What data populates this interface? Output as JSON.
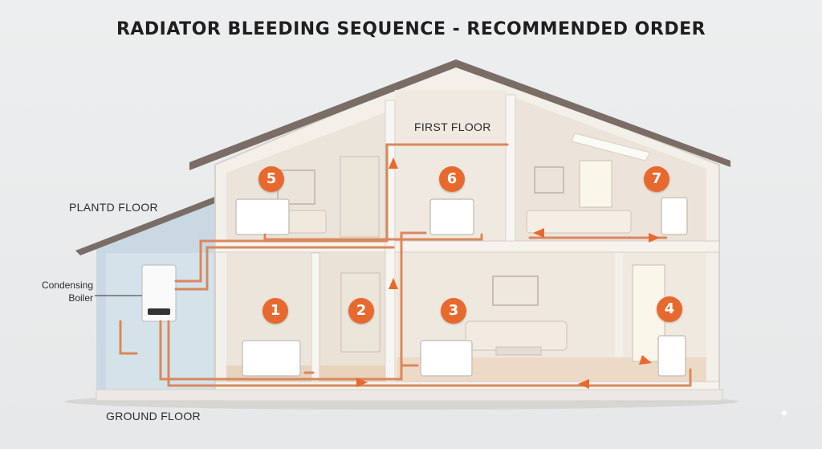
{
  "title": "RADIATOR BLEEDING SEQUENCE - RECOMMENDED ORDER",
  "floor_labels": {
    "first": "FIRST FLOOR",
    "plant": "PLANTD FLOOR",
    "ground": "GROUND FLOOR"
  },
  "boiler_label": "Condensing\nBoiler",
  "sequence": [
    {
      "number": "1"
    },
    {
      "number": "2"
    },
    {
      "number": "3"
    },
    {
      "number": "4"
    },
    {
      "number": "5"
    },
    {
      "number": "6"
    },
    {
      "number": "7"
    }
  ],
  "colors": {
    "accent": "#e8692e",
    "pipe": "#d9885c",
    "wall": "#f4f1ec",
    "roof": "#7a6d66",
    "plant_room": "#cfdde6"
  }
}
